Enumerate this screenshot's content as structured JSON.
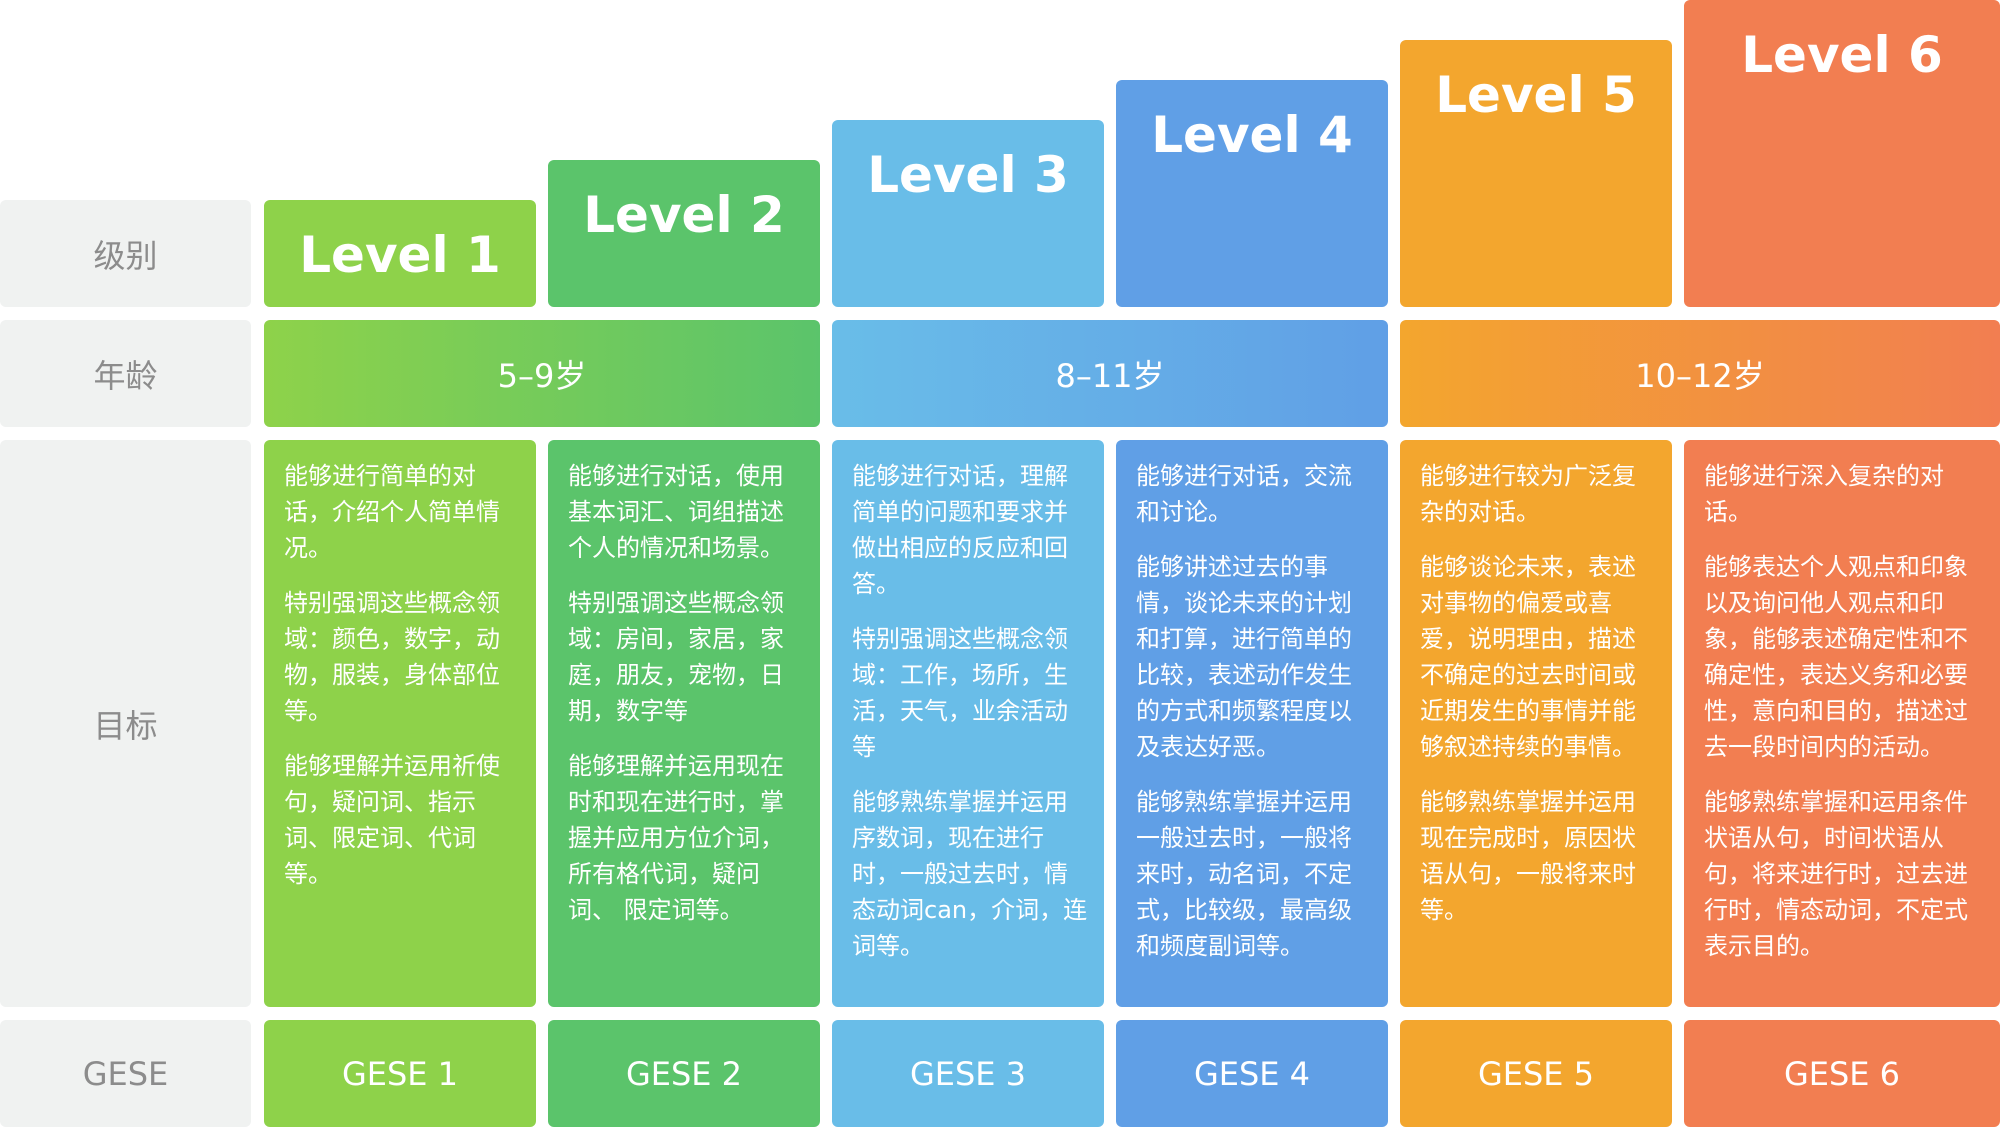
{
  "row_labels": {
    "level": "级别",
    "age": "年龄",
    "goal": "目标",
    "gese": "GESE"
  },
  "colors": {
    "level1": "#8ed24a",
    "level2": "#5bc46b",
    "level3": "#69bde8",
    "level4": "#609fe6",
    "level5": "#f3a62e",
    "level6": "#f27e51",
    "label_bg": "#f0f2f1"
  },
  "levels": [
    {
      "name": "Level 1",
      "gese": "GESE 1",
      "goals": [
        "能够进行简单的对话，介绍个人简单情况。",
        "特别强调这些概念领域：颜色，数字，动物，服装，身体部位等。",
        "能够理解并运用祈使句，疑问词、指示词、限定词、代词等。"
      ]
    },
    {
      "name": "Level 2",
      "gese": "GESE 2",
      "goals": [
        "能够进行对话，使用基本词汇、词组描述个人的情况和场景。",
        "特别强调这些概念领域：房间，家居，家庭，朋友，宠物，日期，数字等",
        "能够理解并运用现在时和现在进行时，掌握并应用方位介词，所有格代词，疑问词、 限定词等。"
      ]
    },
    {
      "name": "Level 3",
      "gese": "GESE 3",
      "goals": [
        "能够进行对话，理解简单的问题和要求并做出相应的反应和回答。",
        "特别强调这些概念领域：工作，场所，生活，天气，业余活动等",
        "能够熟练掌握并运用序数词，现在进行时，一般过去时，情态动词can，介词，连词等。"
      ]
    },
    {
      "name": "Level 4",
      "gese": "GESE 4",
      "goals": [
        "能够进行对话，交流和讨论。",
        "能够讲述过去的事情，谈论未来的计划和打算，进行简单的比较，表述动作发生的方式和频繁程度以及表达好恶。",
        "能够熟练掌握并运用一般过去时，一般将来时，动名词，不定式，比较级，最高级和频度副词等。"
      ]
    },
    {
      "name": "Level 5",
      "gese": "GESE 5",
      "goals": [
        "能够进行较为广泛复杂的对话。",
        "能够谈论未来，表述对事物的偏爱或喜爱，说明理由，描述不确定的过去时间或近期发生的事情并能够叙述持续的事情。",
        "能够熟练掌握并运用现在完成时，原因状语从句，一般将来时等。"
      ]
    },
    {
      "name": "Level 6",
      "gese": "GESE 6",
      "goals": [
        "能够进行深入复杂的对话。",
        "能够表达个人观点和印象以及询问他人观点和印象，能够表述确定性和不确定性，表达义务和必要性，意向和目的，描述过去一段时间内的活动。",
        "能够熟练掌握和运用条件状语从句，时间状语从句，将来进行时，过去进行时，情态动词，不定式表示目的。"
      ]
    }
  ],
  "ages": [
    "5–9岁",
    "8–11岁",
    "10–12岁"
  ]
}
